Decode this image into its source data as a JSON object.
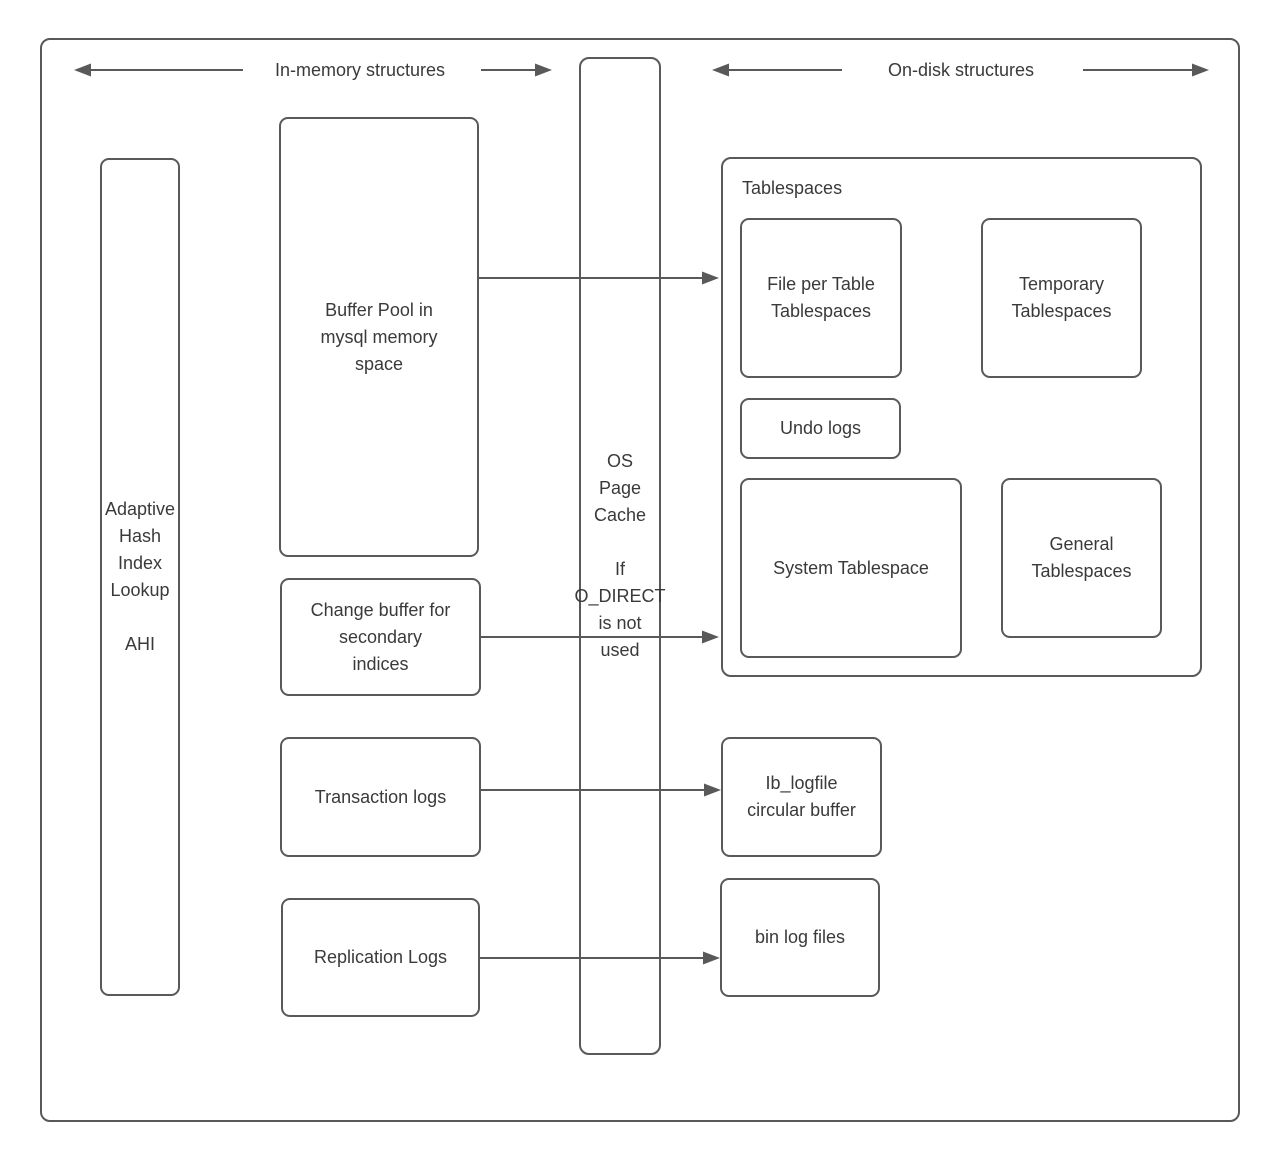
{
  "header": {
    "in_memory_label": "In-memory structures",
    "on_disk_label": "On-disk structures"
  },
  "nodes": {
    "ahi": "Adaptive Hash Index Lookup\n\nAHI",
    "buffer_pool": "Buffer Pool in\nmysql memory\nspace",
    "change_buffer": "Change buffer for\nsecondary\nindices",
    "transaction_logs": "Transaction logs",
    "replication_logs": "Replication Logs",
    "os_page_cache": "OS\nPage\nCache\n\nIf\nO_DIRECT\nis not\nused",
    "tablespaces_label": "Tablespaces",
    "file_per_table": "File per Table\nTablespaces",
    "temporary_tablespaces": "Temporary\nTablespaces",
    "undo_logs": "Undo logs",
    "system_tablespace": "System Tablespace",
    "general_tablespaces": "General\nTablespaces",
    "ib_logfile": "Ib_logfile\ncircular buffer",
    "bin_log_files": "bin log files"
  },
  "colors": {
    "stroke": "#595959",
    "text": "#3a3a3a",
    "background": "#ffffff"
  }
}
